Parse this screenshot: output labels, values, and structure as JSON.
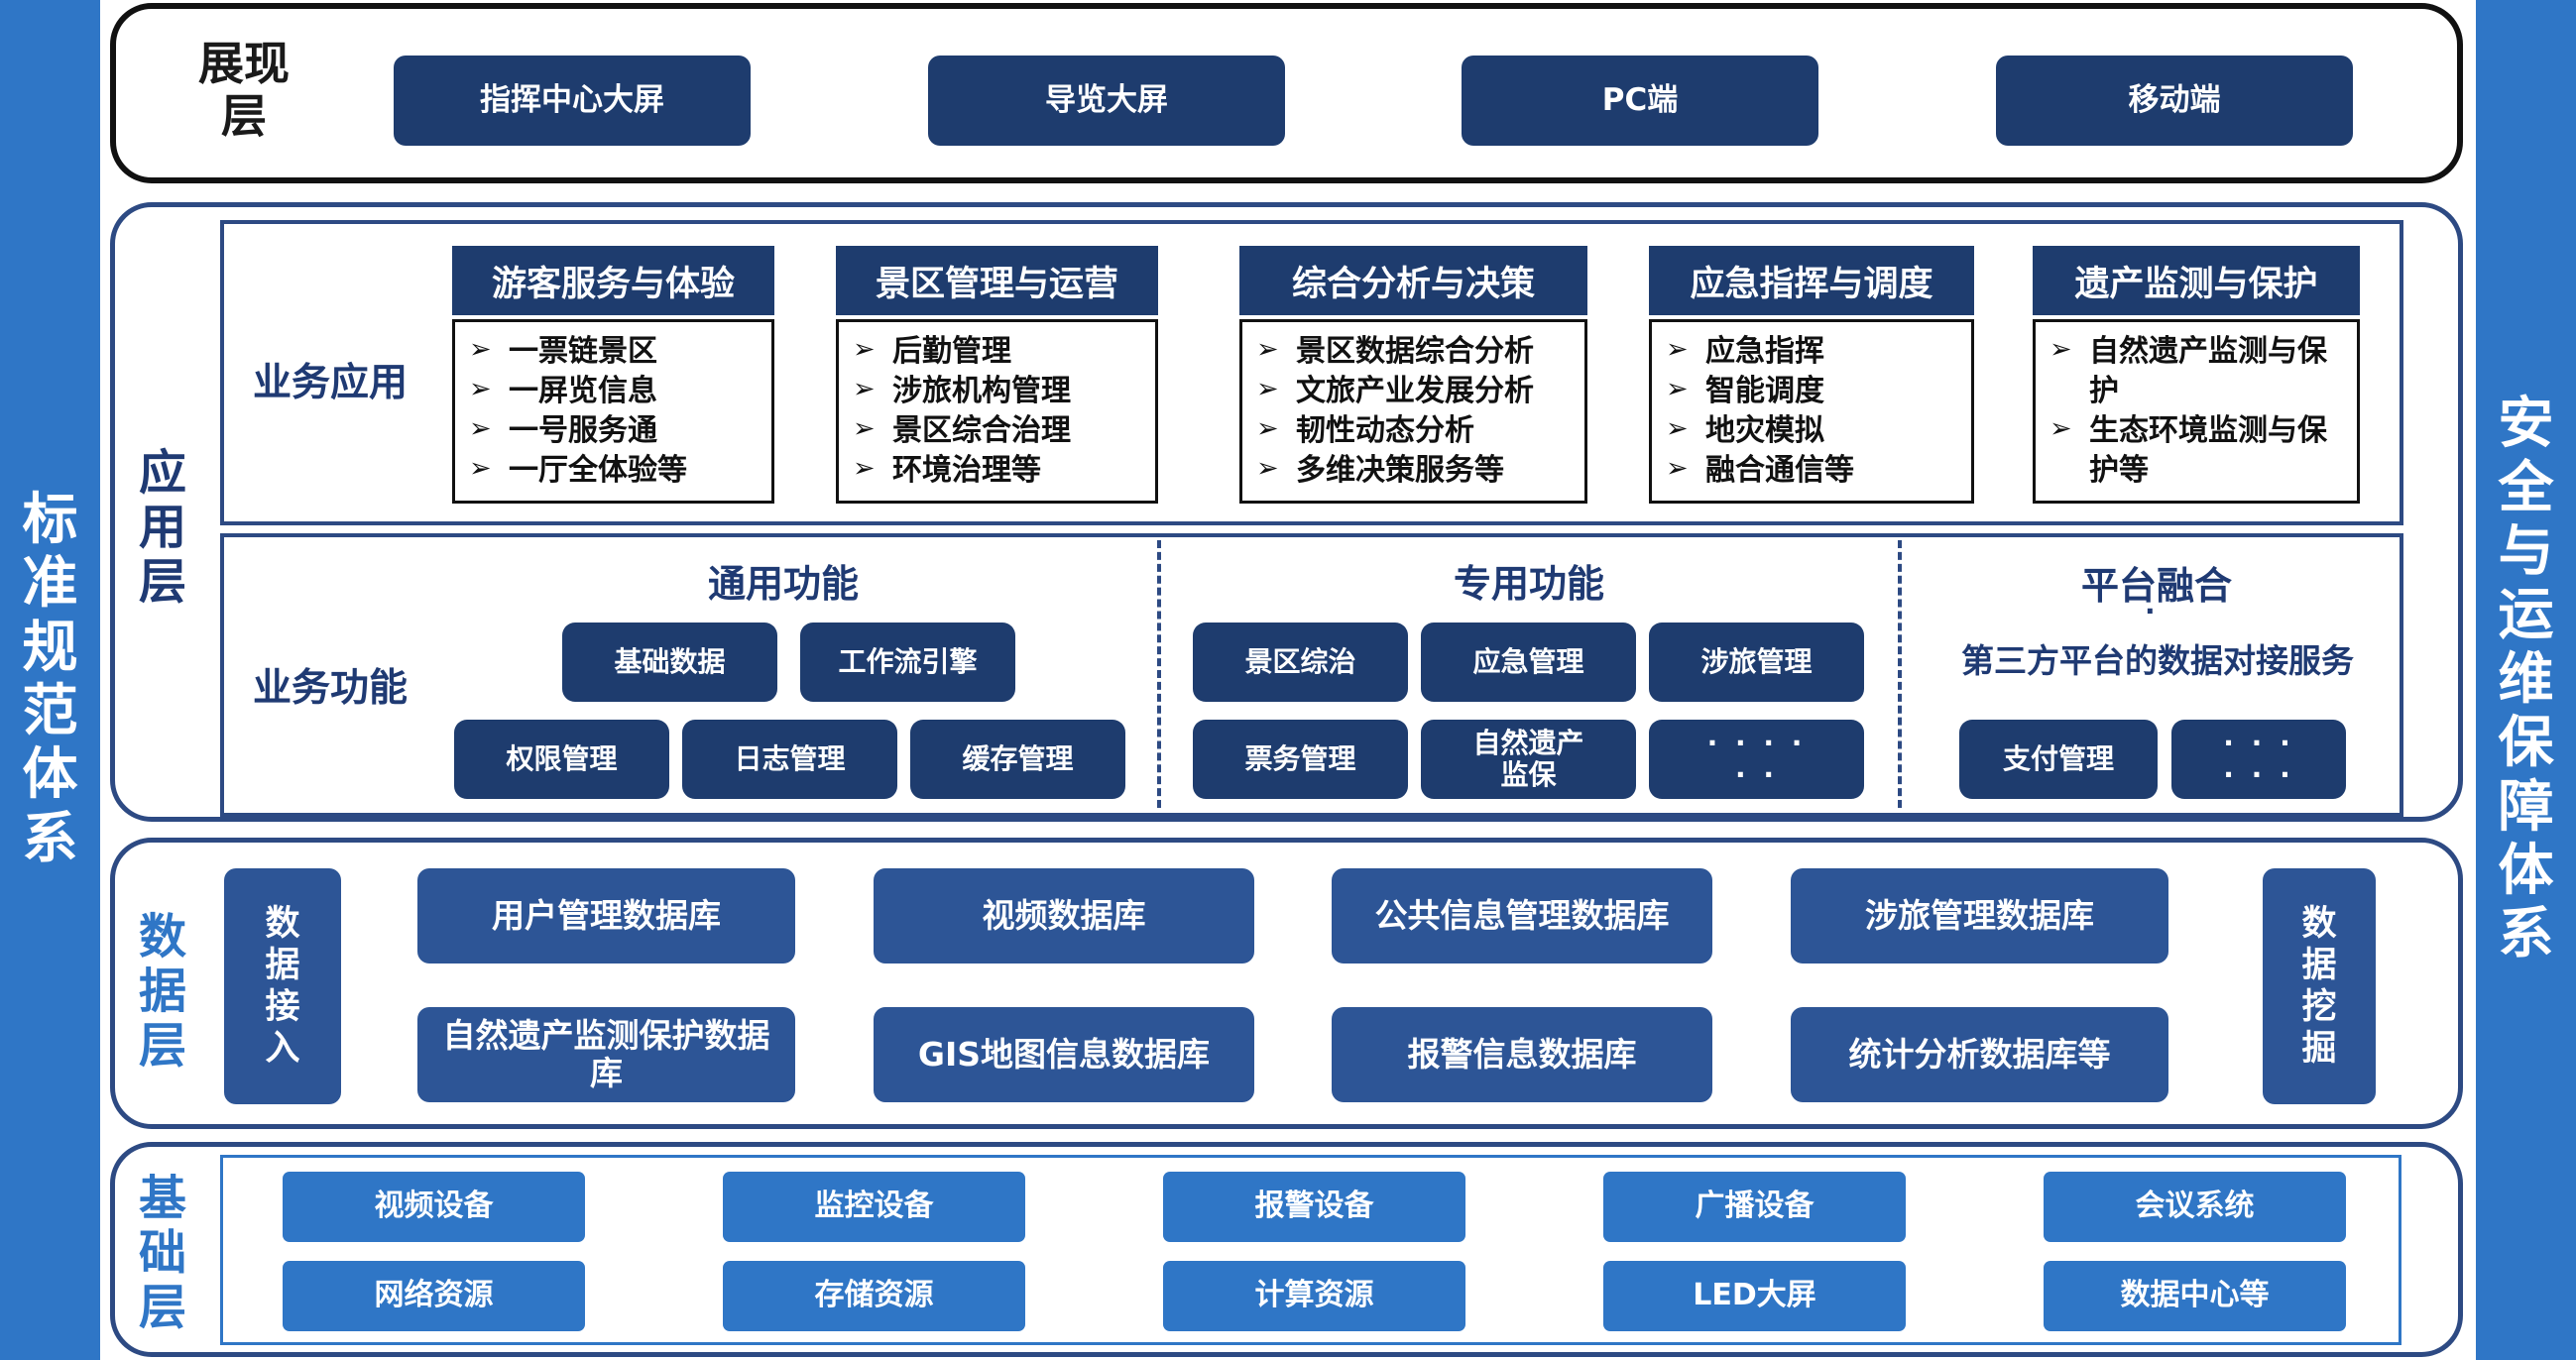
{
  "side_left": {
    "label": [
      "标",
      "准",
      "规",
      "范",
      "体",
      "系"
    ]
  },
  "side_right": {
    "label": [
      "安",
      "全",
      "与",
      "运",
      "维",
      "保",
      "障",
      "体",
      "系"
    ]
  },
  "presentation": {
    "label": [
      "展现",
      "层"
    ],
    "items": [
      "指挥中心大屏",
      "导览大屏",
      "PC端",
      "移动端"
    ]
  },
  "application": {
    "label": [
      "应",
      "用",
      "层"
    ],
    "business_apps": {
      "label": "业务应用",
      "cards": [
        {
          "title": "游客服务与体验",
          "items": [
            "一票链景区",
            "一屏览信息",
            "一号服务通",
            "一厅全体验等"
          ]
        },
        {
          "title": "景区管理与运营",
          "items": [
            "后勤管理",
            "涉旅机构管理",
            "景区综合治理",
            "环境治理等"
          ]
        },
        {
          "title": "综合分析与决策",
          "items": [
            "景区数据综合分析",
            "文旅产业发展分析",
            "韧性动态分析",
            "多维决策服务等"
          ]
        },
        {
          "title": "应急指挥与调度",
          "items": [
            "应急指挥",
            "智能调度",
            "地灾模拟",
            "融合通信等"
          ]
        },
        {
          "title": "遗产监测与保护",
          "items": [
            "自然遗产监测与保护",
            "生态环境监测与保护等"
          ]
        }
      ]
    },
    "business_functions": {
      "label": "业务功能",
      "general": {
        "title": "通用功能",
        "items": [
          "基础数据",
          "工作流引擎",
          "权限管理",
          "日志管理",
          "缓存管理"
        ]
      },
      "special": {
        "title": "专用功能",
        "items": [
          "景区综治",
          "应急管理",
          "涉旅管理",
          "票务管理",
          "自然遗产监保",
          "· · · · · ·"
        ]
      },
      "platform": {
        "title": "平台融合",
        "dot": "·",
        "subtitle": "第三方平台的数据对接服务",
        "items": [
          "支付管理",
          "· · · · · ·"
        ]
      }
    }
  },
  "data_layer": {
    "label": [
      "数",
      "据",
      "层"
    ],
    "ingest": [
      "数",
      "据",
      "接",
      "入"
    ],
    "mining": [
      "数",
      "据",
      "挖",
      "掘"
    ],
    "items": [
      "用户管理数据库",
      "视频数据库",
      "公共信息管理数据库",
      "涉旅管理数据库",
      "自然遗产监测保护数据库",
      "GIS地图信息数据库",
      "报警信息数据库",
      "统计分析数据库等"
    ]
  },
  "base_layer": {
    "label": [
      "基",
      "础",
      "层"
    ],
    "items": [
      "视频设备",
      "监控设备",
      "报警设备",
      "广播设备",
      "会议系统",
      "网络资源",
      "存储资源",
      "计算资源",
      "LED大屏",
      "数据中心等"
    ]
  }
}
